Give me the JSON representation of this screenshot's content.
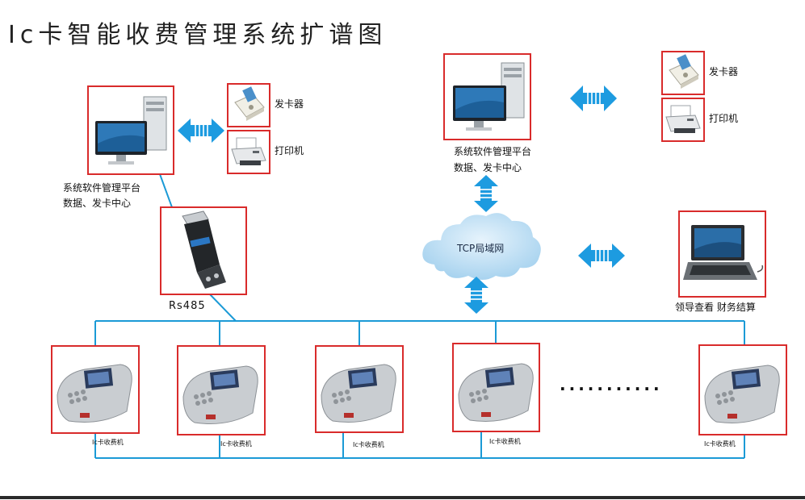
{
  "title": "Ic卡智能收费管理系统扩谱图",
  "left_platform": {
    "label_line1": "系统软件管理平台",
    "label_line2": "数据、发卡中心",
    "card_issuer_label": "发卡器",
    "printer_label": "打印机",
    "converter_label": "Rs485"
  },
  "right_platform": {
    "label_line1": "系统软件管理平台",
    "label_line2": "数据、发卡中心",
    "card_issuer_label": "发卡器",
    "printer_label": "打印机"
  },
  "network": {
    "cloud_label": "TCP局域网",
    "laptop_label": "领导查看 财务结算"
  },
  "terminals": [
    {
      "label": "Ic卡收费机"
    },
    {
      "label": "Ic卡收费机"
    },
    {
      "label": "Ic卡收费机"
    },
    {
      "label": "Ic卡收费机"
    },
    {
      "label": "Ic卡收费机"
    }
  ],
  "ellipsis": "...........",
  "colors": {
    "box_border": "#d92b2b",
    "line": "#1b9ad6",
    "arrow": "#1d9be0",
    "cloud": "#b9dcf2"
  }
}
